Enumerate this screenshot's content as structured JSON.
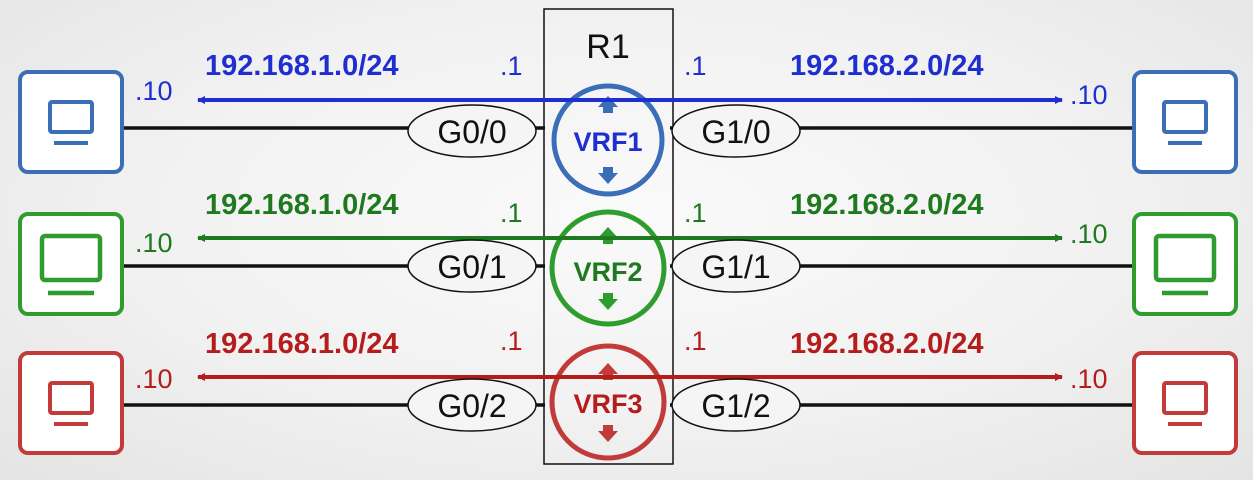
{
  "router": {
    "label": "R1"
  },
  "vrfs": [
    {
      "color": "#1f2ed1",
      "icon_color": "#3a6fb8",
      "vrf": "VRF1",
      "left_net": "192.168.1.0/24",
      "right_net": "192.168.2.0/24",
      "left_host_ip": ".10",
      "right_host_ip": ".10",
      "left_router_ip": ".1",
      "right_router_ip": ".1",
      "left_iface": "G0/0",
      "right_iface": "G1/0"
    },
    {
      "color": "#1f7a1f",
      "icon_color": "#2e9c2e",
      "vrf": "VRF2",
      "left_net": "192.168.1.0/24",
      "right_net": "192.168.2.0/24",
      "left_host_ip": ".10",
      "right_host_ip": ".10",
      "left_router_ip": ".1",
      "right_router_ip": ".1",
      "left_iface": "G0/1",
      "right_iface": "G1/1"
    },
    {
      "color": "#b51d1d",
      "icon_color": "#c33a3a",
      "vrf": "VRF3",
      "left_net": "192.168.1.0/24",
      "right_net": "192.168.2.0/24",
      "left_host_ip": ".10",
      "right_host_ip": ".10",
      "left_router_ip": ".1",
      "right_router_ip": ".1",
      "left_iface": "G0/2",
      "right_iface": "G1/2"
    }
  ],
  "icons": {
    "host": "computer-monitor-icon",
    "vrf_arrows": "up-down-arrows-icon"
  }
}
